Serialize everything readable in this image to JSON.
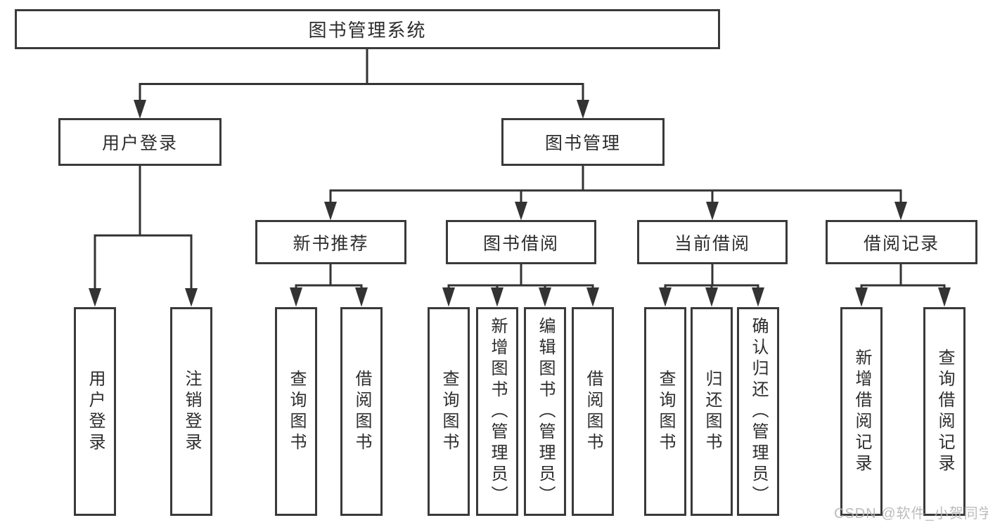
{
  "tree": {
    "label": "图书管理系统",
    "children": [
      {
        "label": "用户登录",
        "children": [
          {
            "label": "用户登录"
          },
          {
            "label": "注销登录"
          }
        ]
      },
      {
        "label": "图书管理",
        "children": [
          {
            "label": "新书推荐",
            "children": [
              {
                "label": "查询图书"
              },
              {
                "label": "借阅图书"
              }
            ]
          },
          {
            "label": "图书借阅",
            "children": [
              {
                "label": "查询图书"
              },
              {
                "label": "新增图书（管理员）"
              },
              {
                "label": "编辑图书（管理员）"
              },
              {
                "label": "借阅图书"
              }
            ]
          },
          {
            "label": "当前借阅",
            "children": [
              {
                "label": "查询图书"
              },
              {
                "label": "归还图书"
              },
              {
                "label": "确认归还（管理员）"
              }
            ]
          },
          {
            "label": "借阅记录",
            "children": [
              {
                "label": "新增借阅记录"
              },
              {
                "label": "查询借阅记录"
              }
            ]
          }
        ]
      }
    ]
  },
  "watermark": {
    "text": "CSDN @软件_小贺同学"
  },
  "colors": {
    "line": "#333333",
    "box_border": "#3a3a3a",
    "text": "#2d2d2d",
    "background": "#ffffff",
    "watermark": "#b5b5b5"
  }
}
